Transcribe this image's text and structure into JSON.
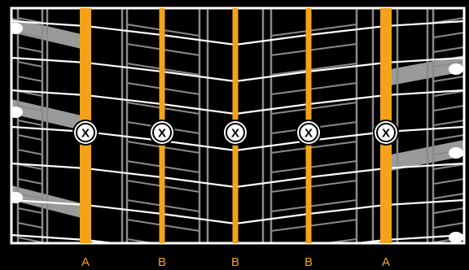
{
  "diagram": {
    "colors": {
      "background": "#000000",
      "frame": "#ffffff",
      "line": "#f5a21b",
      "grid": "#8a8a8a",
      "band": "#9a9a9a",
      "chevron": "#ffffff"
    },
    "columns": [
      {
        "label": "A",
        "marker": "X"
      },
      {
        "label": "B",
        "marker": "X"
      },
      {
        "label": "B",
        "marker": "X"
      },
      {
        "label": "B",
        "marker": "X"
      },
      {
        "label": "A",
        "marker": "X"
      }
    ]
  }
}
